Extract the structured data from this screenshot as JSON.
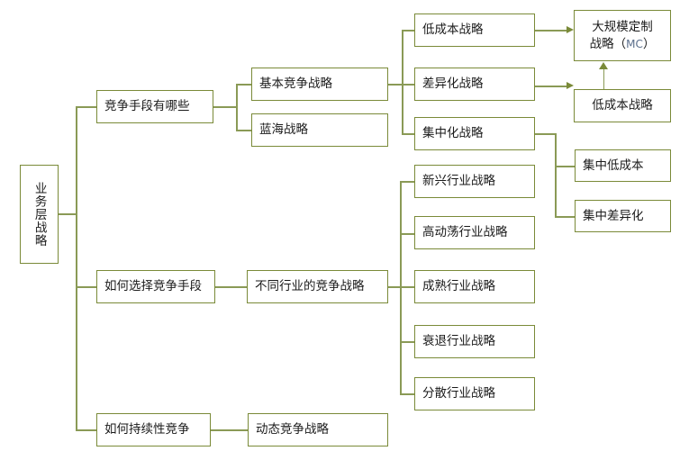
{
  "diagram": {
    "title_node": {
      "label": "业务层战略"
    },
    "level1": [
      {
        "id": "n-means",
        "label": "竞争手段有哪些"
      },
      {
        "id": "n-choose",
        "label": "如何选择竞争手段"
      },
      {
        "id": "n-sustain",
        "label": "如何持续性竞争"
      }
    ],
    "level2": [
      {
        "id": "n-basic",
        "label": "基本竞争战略"
      },
      {
        "id": "n-blue",
        "label": "蓝海战略"
      },
      {
        "id": "n-industry",
        "label": "不同行业的竞争战略"
      },
      {
        "id": "n-dynamic",
        "label": "动态竞争战略"
      }
    ],
    "level3": [
      {
        "id": "n-lowcost",
        "label": "低成本战略"
      },
      {
        "id": "n-diff",
        "label": "差异化战略"
      },
      {
        "id": "n-focus",
        "label": "集中化战略"
      },
      {
        "id": "n-emerging",
        "label": "新兴行业战略"
      },
      {
        "id": "n-turbulent",
        "label": "高动荡行业战略"
      },
      {
        "id": "n-mature",
        "label": "成熟行业战略"
      },
      {
        "id": "n-decline",
        "label": "衰退行业战略"
      },
      {
        "id": "n-fragment",
        "label": "分散行业战略"
      }
    ],
    "level4": [
      {
        "id": "n-mc",
        "label_line1": "大规模定制",
        "label_line2": "战略（",
        "label_mc": "MC",
        "label_line3": "）"
      },
      {
        "id": "n-lowcost2",
        "label": "低成本战略"
      },
      {
        "id": "n-focus-lowcost",
        "label": "集中低成本"
      },
      {
        "id": "n-focus-diff",
        "label": "集中差异化"
      }
    ],
    "colors": {
      "border": "#7a8a38",
      "connector": "#8a9a56",
      "background": "#ffffff",
      "text": "#1a1a1a",
      "mc_text": "#5b6f8c"
    }
  }
}
